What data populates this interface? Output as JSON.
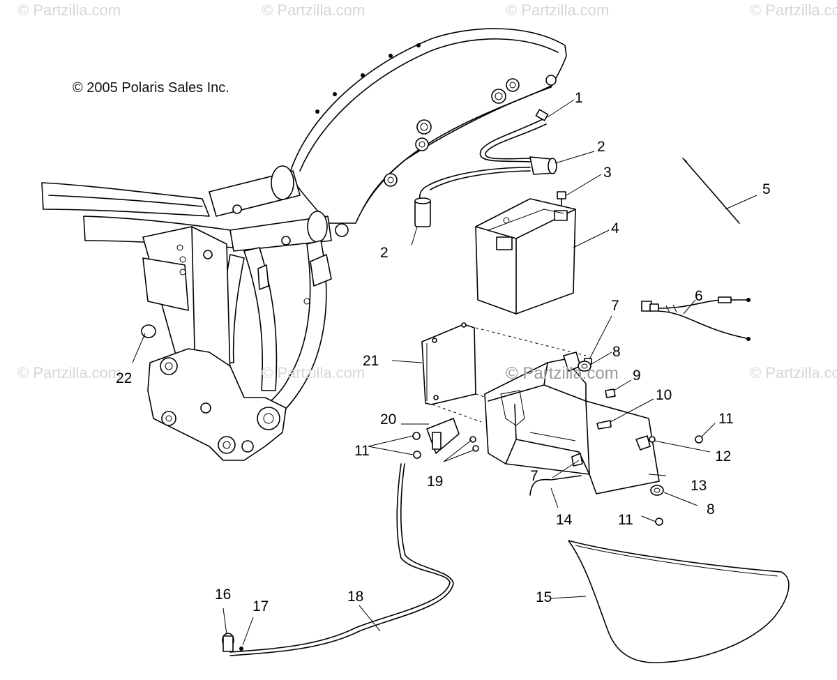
{
  "watermarks": {
    "top": [
      "© Partzilla.com",
      "© Partzilla.com",
      "© Partzilla.com",
      "© Partzilla.com"
    ],
    "middle_left": "© Partzilla.com",
    "middle_center": "© Partzilla.com",
    "center": "© Partzilla.com",
    "middle_right": "© Partzilla.com"
  },
  "copyright": "© 2005 Polaris Sales Inc.",
  "callouts": [
    "1",
    "2",
    "3",
    "2",
    "5",
    "4",
    "6",
    "7",
    "8",
    "9",
    "21",
    "10",
    "11",
    "20",
    "11",
    "12",
    "19",
    "7",
    "13",
    "14",
    "8",
    "11",
    "22",
    "15",
    "16",
    "17",
    "18"
  ],
  "icons": {
    "frame": "motorcycle-frame-icon",
    "battery": "battery-icon",
    "battery_box": "battery-box-icon",
    "side_cover": "side-cover-icon"
  }
}
